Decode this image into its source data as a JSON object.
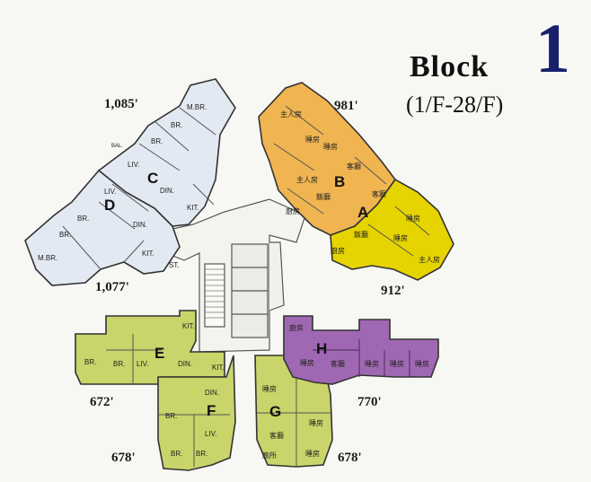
{
  "title": {
    "block": "Block",
    "number": "1",
    "floors": "(1/F-28/F)"
  },
  "colors": {
    "flat_cd": "#e3e9f2",
    "flat_a": "#e6d400",
    "flat_b": "#f0b451",
    "flat_efg": "#c9d46a",
    "flat_h": "#a068b2",
    "title_number": "#18206b"
  },
  "flats": {
    "A": {
      "letter": "A",
      "area": "912'"
    },
    "B": {
      "letter": "B",
      "area": "981'"
    },
    "C": {
      "letter": "C",
      "area": "1,085'"
    },
    "D": {
      "letter": "D",
      "area": "1,077'"
    },
    "E": {
      "letter": "E",
      "area": "672'"
    },
    "F": {
      "letter": "F",
      "area": "678'"
    },
    "G": {
      "letter": "G",
      "area": "678'"
    },
    "H": {
      "letter": "H",
      "area": "770'"
    }
  },
  "rooms_en": {
    "mbr": "M.BR.",
    "br": "BR.",
    "liv": "LIV.",
    "din": "DIN.",
    "kit": "KIT.",
    "st": "ST.",
    "bal": "BAL."
  },
  "rooms_zh": {
    "master": "主人房",
    "bedroom": "睡房",
    "living": "客廳",
    "dining": "飯廳",
    "kitchen": "廚房",
    "toilet": "廁所"
  }
}
